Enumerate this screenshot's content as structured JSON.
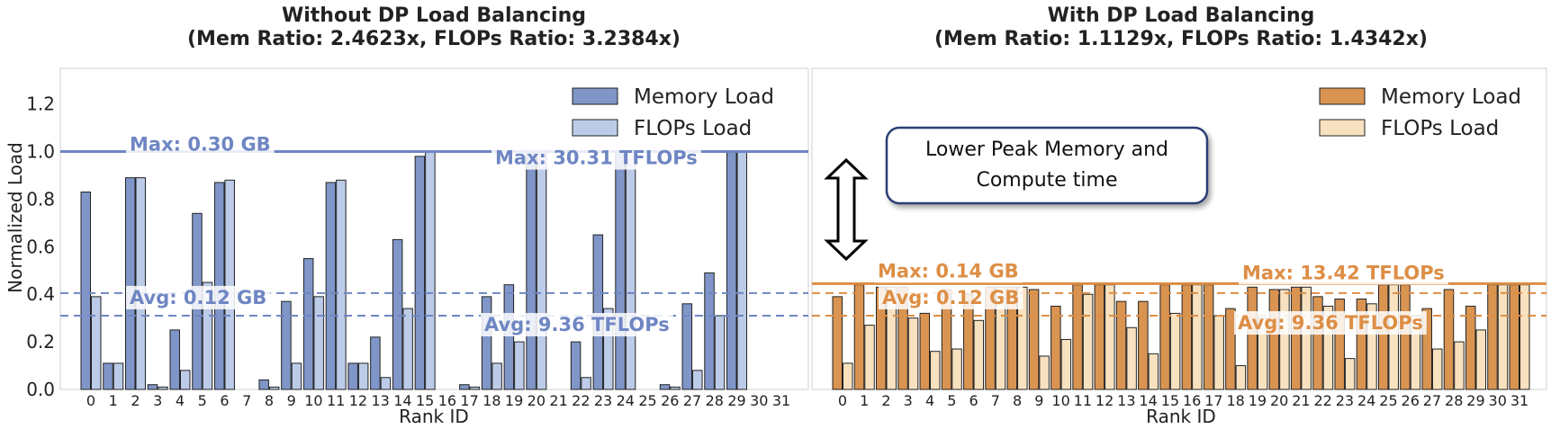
{
  "chart_data": [
    {
      "type": "bar",
      "title": "Without DP Load Balancing",
      "subtitle": "(Mem Ratio: 2.4623x, FLOPs Ratio: 3.2384x)",
      "xlabel": "Rank ID",
      "ylabel": "Normalized Load",
      "ylim": [
        0,
        1.35
      ],
      "yticks": [
        "0.0",
        "0.2",
        "0.4",
        "0.6",
        "0.8",
        "1.0",
        "1.2"
      ],
      "categories": [
        "0",
        "1",
        "2",
        "3",
        "4",
        "5",
        "6",
        "7",
        "8",
        "9",
        "10",
        "11",
        "12",
        "13",
        "14",
        "15",
        "16",
        "17",
        "18",
        "19",
        "20",
        "21",
        "22",
        "23",
        "24",
        "25",
        "26",
        "27",
        "28",
        "29",
        "30",
        "31"
      ],
      "series": [
        {
          "name": "Memory Load",
          "color": "#8096c8",
          "values": [
            0.83,
            0.11,
            0.89,
            0.02,
            0.25,
            0.74,
            0.87,
            0,
            0.04,
            0.37,
            0.55,
            0.87,
            0.11,
            0.22,
            0.63,
            0.98,
            0,
            0.02,
            0.39,
            0.44,
            1.0,
            0,
            0.2,
            0.65,
            1.0,
            0,
            0.02,
            0.36,
            0.49,
            1.0,
            0,
            0
          ]
        },
        {
          "name": "FLOPs Load",
          "color": "#bccbe8",
          "values": [
            0.39,
            0.11,
            0.89,
            0.01,
            0.08,
            0.45,
            0.88,
            0,
            0.01,
            0.11,
            0.39,
            0.88,
            0.11,
            0.05,
            0.34,
            1.0,
            0,
            0.01,
            0.11,
            0.2,
            1.0,
            0,
            0.05,
            0.34,
            1.0,
            0,
            0.01,
            0.08,
            0.31,
            1.0,
            0,
            0
          ]
        }
      ],
      "lines": [
        {
          "y": 1.0,
          "style": "solid",
          "label": "Max: 0.30 GB"
        },
        {
          "y": 1.0,
          "style": "solid",
          "label": "Max: 30.31 TFLOPs"
        },
        {
          "y": 0.405,
          "style": "dashed",
          "label": "Avg: 0.12 GB"
        },
        {
          "y": 0.31,
          "style": "dashed",
          "label": "Avg: 9.36 TFLOPs"
        }
      ],
      "accent": "#6f86c3",
      "legend": "top-right",
      "grid": false
    },
    {
      "type": "bar",
      "title": "With DP Load Balancing",
      "subtitle": "(Mem Ratio: 1.1129x, FLOPs Ratio: 1.4342x)",
      "xlabel": "Rank ID",
      "ylabel": "",
      "ylim": [
        0,
        1.35
      ],
      "categories": [
        "0",
        "1",
        "2",
        "3",
        "4",
        "5",
        "6",
        "7",
        "8",
        "9",
        "10",
        "11",
        "12",
        "13",
        "14",
        "15",
        "16",
        "17",
        "18",
        "19",
        "20",
        "21",
        "22",
        "23",
        "24",
        "25",
        "26",
        "27",
        "28",
        "29",
        "30",
        "31"
      ],
      "series": [
        {
          "name": "Memory Load",
          "color": "#d99452",
          "values": [
            0.39,
            0.44,
            0.43,
            0.43,
            0.32,
            0.42,
            0.4,
            0.43,
            0.43,
            0.42,
            0.35,
            0.44,
            0.44,
            0.37,
            0.37,
            0.44,
            0.44,
            0.44,
            0.34,
            0.43,
            0.42,
            0.43,
            0.39,
            0.38,
            0.38,
            0.44,
            0.44,
            0.34,
            0.42,
            0.35,
            0.44,
            0.44
          ]
        },
        {
          "name": "FLOPs Load",
          "color": "#f7e1bf",
          "values": [
            0.11,
            0.27,
            0.43,
            0.3,
            0.16,
            0.17,
            0.29,
            0.43,
            0.43,
            0.14,
            0.21,
            0.4,
            0.44,
            0.26,
            0.15,
            0.32,
            0.44,
            0.31,
            0.1,
            0.3,
            0.42,
            0.43,
            0.35,
            0.13,
            0.36,
            0.44,
            0.31,
            0.17,
            0.2,
            0.25,
            0.44,
            0.44
          ]
        }
      ],
      "lines": [
        {
          "y": 0.445,
          "style": "solid",
          "label": "Max: 0.14 GB"
        },
        {
          "y": 0.445,
          "style": "solid",
          "label": "Max: 13.42 TFLOPs"
        },
        {
          "y": 0.405,
          "style": "dashed",
          "label": "Avg: 0.12 GB"
        },
        {
          "y": 0.31,
          "style": "dashed",
          "label": "Avg: 9.36 TFLOPs"
        }
      ],
      "accent": "#dd8e45",
      "callout": {
        "line1": "Lower Peak Memory and",
        "line2": "Compute time"
      },
      "legend": "top-right",
      "grid": false
    }
  ]
}
